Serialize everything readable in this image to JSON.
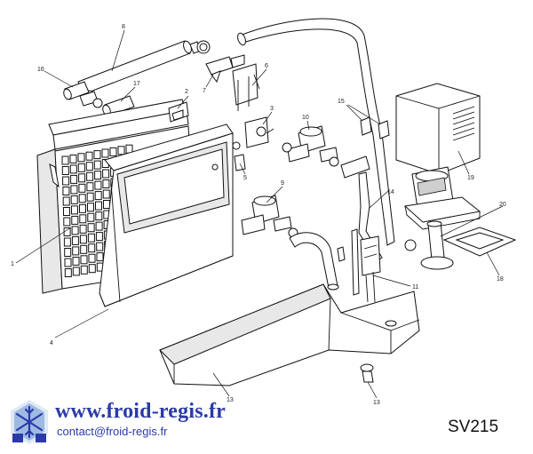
{
  "parts": [
    {
      "number": "1"
    },
    {
      "number": "2"
    },
    {
      "number": "3"
    },
    {
      "number": "4"
    },
    {
      "number": "5"
    },
    {
      "number": "6"
    },
    {
      "number": "7"
    },
    {
      "number": "8"
    },
    {
      "number": "9"
    },
    {
      "number": "10"
    },
    {
      "number": "11"
    },
    {
      "number": "13"
    },
    {
      "number": "13"
    },
    {
      "number": "14"
    },
    {
      "number": "15"
    },
    {
      "number": "16"
    },
    {
      "number": "17"
    },
    {
      "number": "18"
    },
    {
      "number": "19"
    },
    {
      "number": "20"
    }
  ],
  "footer": {
    "website": "www.froid-regis.fr",
    "contact": "contact@froid-regis.fr",
    "reference": "SV215"
  },
  "logo": {
    "icon": "snowflake-logo-icon",
    "color_light": "#7ea6d6",
    "color_dark": "#2b3aa8"
  },
  "colors": {
    "link": "#2b3aa8",
    "line": "#111111"
  }
}
